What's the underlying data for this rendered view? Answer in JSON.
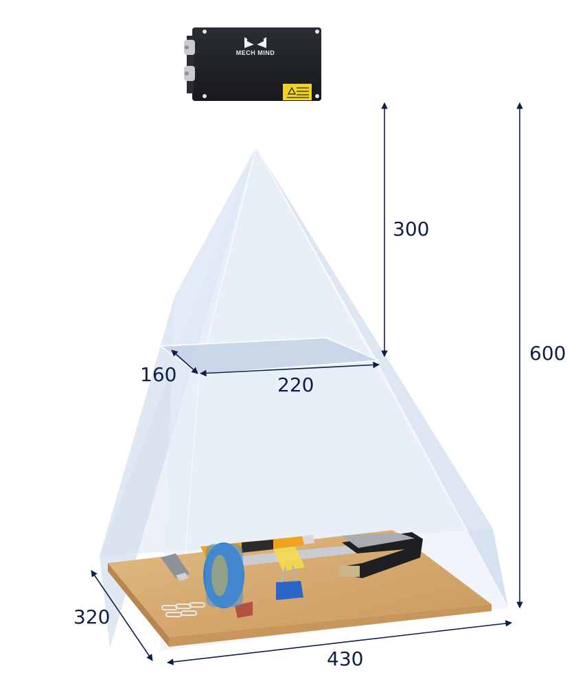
{
  "camera": {
    "brand": "MECH MIND"
  },
  "dimensions": {
    "near_depth": "300",
    "far_depth": "600",
    "near_width": "220",
    "near_height": "160",
    "far_width": "430",
    "far_height": "320"
  },
  "colors": {
    "dimension_line": "#0d1f45",
    "fov_volume": "#c8d6ea",
    "camera_body": "#1f2124",
    "board_wood": "#d9b27a",
    "laser_label": "#f2d321"
  }
}
